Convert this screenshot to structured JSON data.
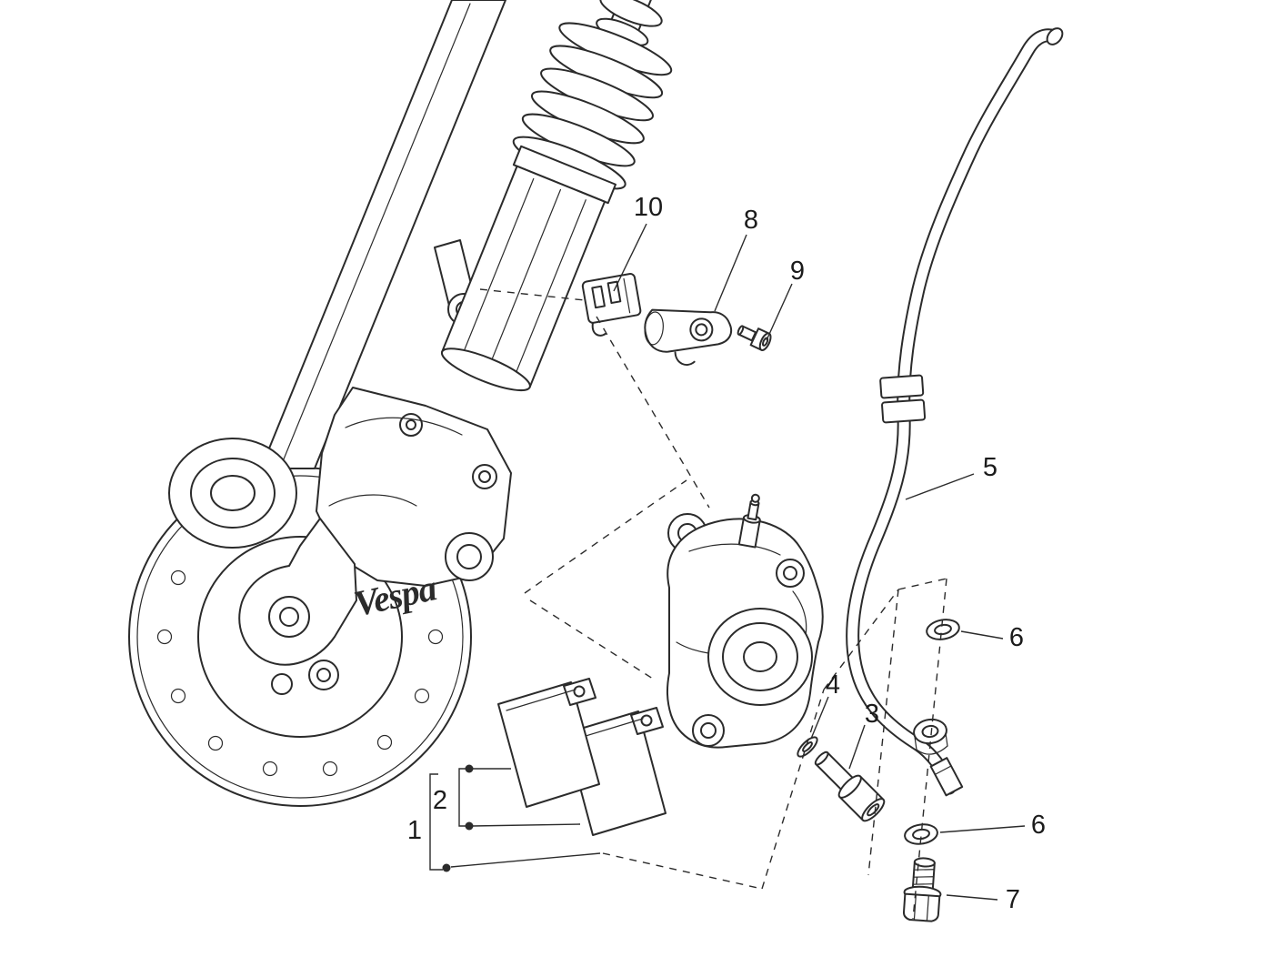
{
  "diagram": {
    "title_semantic": "Front brake caliper exploded parts diagram",
    "brand_logo": "Vespa",
    "background": "#ffffff",
    "line_color": "#2b2b2b",
    "callouts": [
      {
        "label": "10",
        "part": "retaining-clip"
      },
      {
        "label": "8",
        "part": "hose-bracket"
      },
      {
        "label": "9",
        "part": "bracket-screw"
      },
      {
        "label": "5",
        "part": "brake-hose"
      },
      {
        "label": "6",
        "part": "sealing-washer-upper"
      },
      {
        "label": "4",
        "part": "flat-washer"
      },
      {
        "label": "3",
        "part": "caliper-bolt"
      },
      {
        "label": "6",
        "part": "sealing-washer-lower"
      },
      {
        "label": "7",
        "part": "banjo-bolt"
      },
      {
        "label": "2",
        "part": "brake-pad-pair"
      },
      {
        "label": "1",
        "part": "brake-pad-kit"
      }
    ]
  }
}
